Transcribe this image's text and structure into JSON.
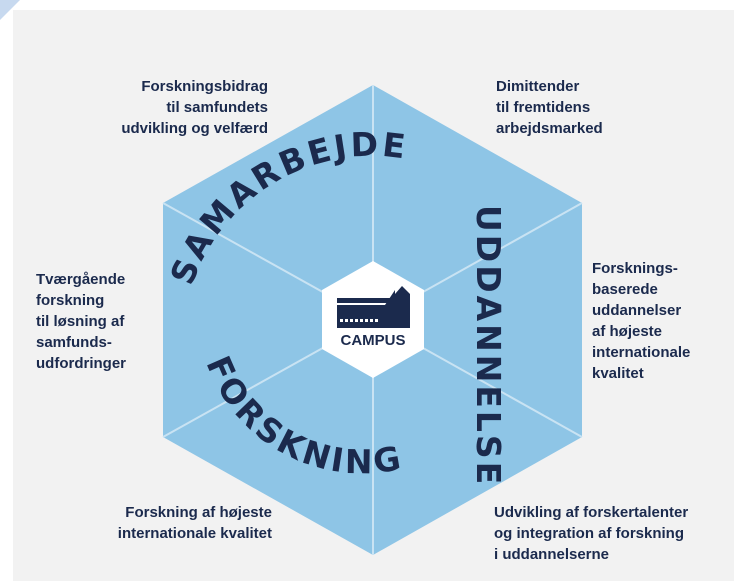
{
  "colors": {
    "hexagon_fill": "#8ec5e6",
    "hexagon_lines": "#c9e3f3",
    "text_navy": "#1b2a4d",
    "center_fill": "#ffffff",
    "background": "#f2f2f2"
  },
  "center": {
    "label": "CAMPUS",
    "icon": "campus-building-icon"
  },
  "sections": {
    "top_left": "SAMARBEJDE",
    "right": "UDDANNELSE",
    "bottom_left": "FORSKNING"
  },
  "captions": {
    "top_left": "Forskningsbidrag\ntil samfundets\nudvikling og velfærd",
    "top_right": "Dimittender\ntil fremtidens\narbejdsmarked",
    "middle_left": "Tværgående\nforskning\ntil løsning af\nsamfunds-\nudfordringer",
    "middle_right": "Forsknings-\nbaserede\nuddannelser\naf højeste\ninternationale\nkvalitet",
    "bottom_left": "Forskning af højeste\ninternationale kvalitet",
    "bottom_right": "Udvikling af forskertalenter\nog integration af forskning\ni uddannelserne"
  }
}
